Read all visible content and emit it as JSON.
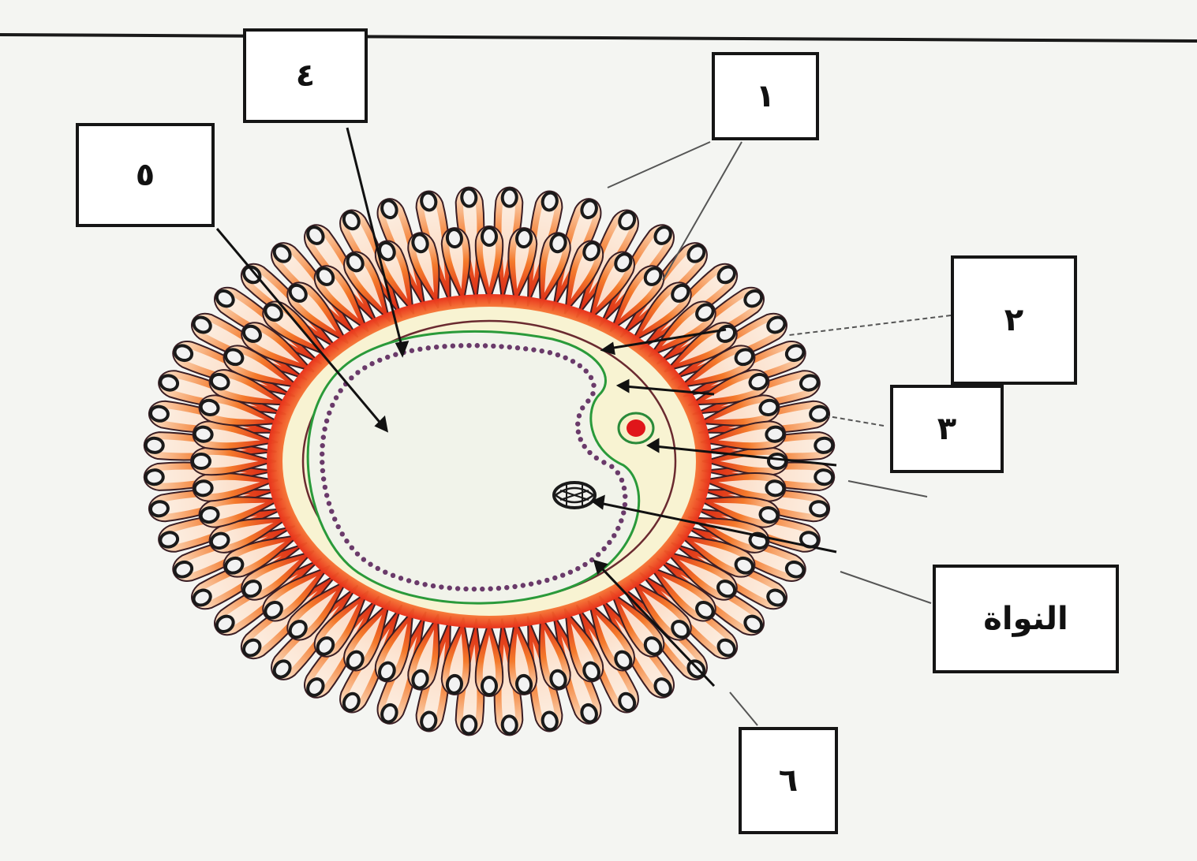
{
  "labels": {
    "l1": "١",
    "l2": "٢",
    "l3": "٣",
    "l4": "٤",
    "l5": "٥",
    "l6": "٦",
    "nucleus": "النواة"
  },
  "colors": {
    "background": "#f4f5f2",
    "corona_red": "#e03a1c",
    "cell_outline": "#3a1e24",
    "zona_yellow": "#f7f2c8",
    "membrane_green": "#2a9a3a",
    "cortical_granules": "#6a3a6a",
    "polar_body": "#e0161a",
    "box_border": "#151515"
  }
}
